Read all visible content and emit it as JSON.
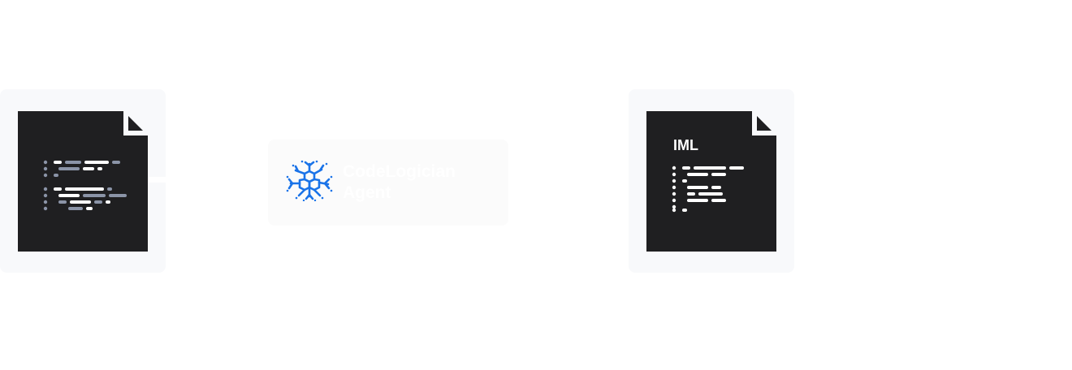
{
  "source_file": {
    "icon": "code-file-icon"
  },
  "agent": {
    "icon": "codelogician-logo-icon",
    "title_line1": "CodeLogician",
    "title_line2": "Agent",
    "accent_color": "#1a73e8"
  },
  "output_file": {
    "icon": "iml-file-icon",
    "label": "IML"
  },
  "colors": {
    "document": "#1f1f21",
    "card": "#f8f9fb",
    "code_muted": "#8b94a7",
    "code_light": "#ffffff"
  }
}
